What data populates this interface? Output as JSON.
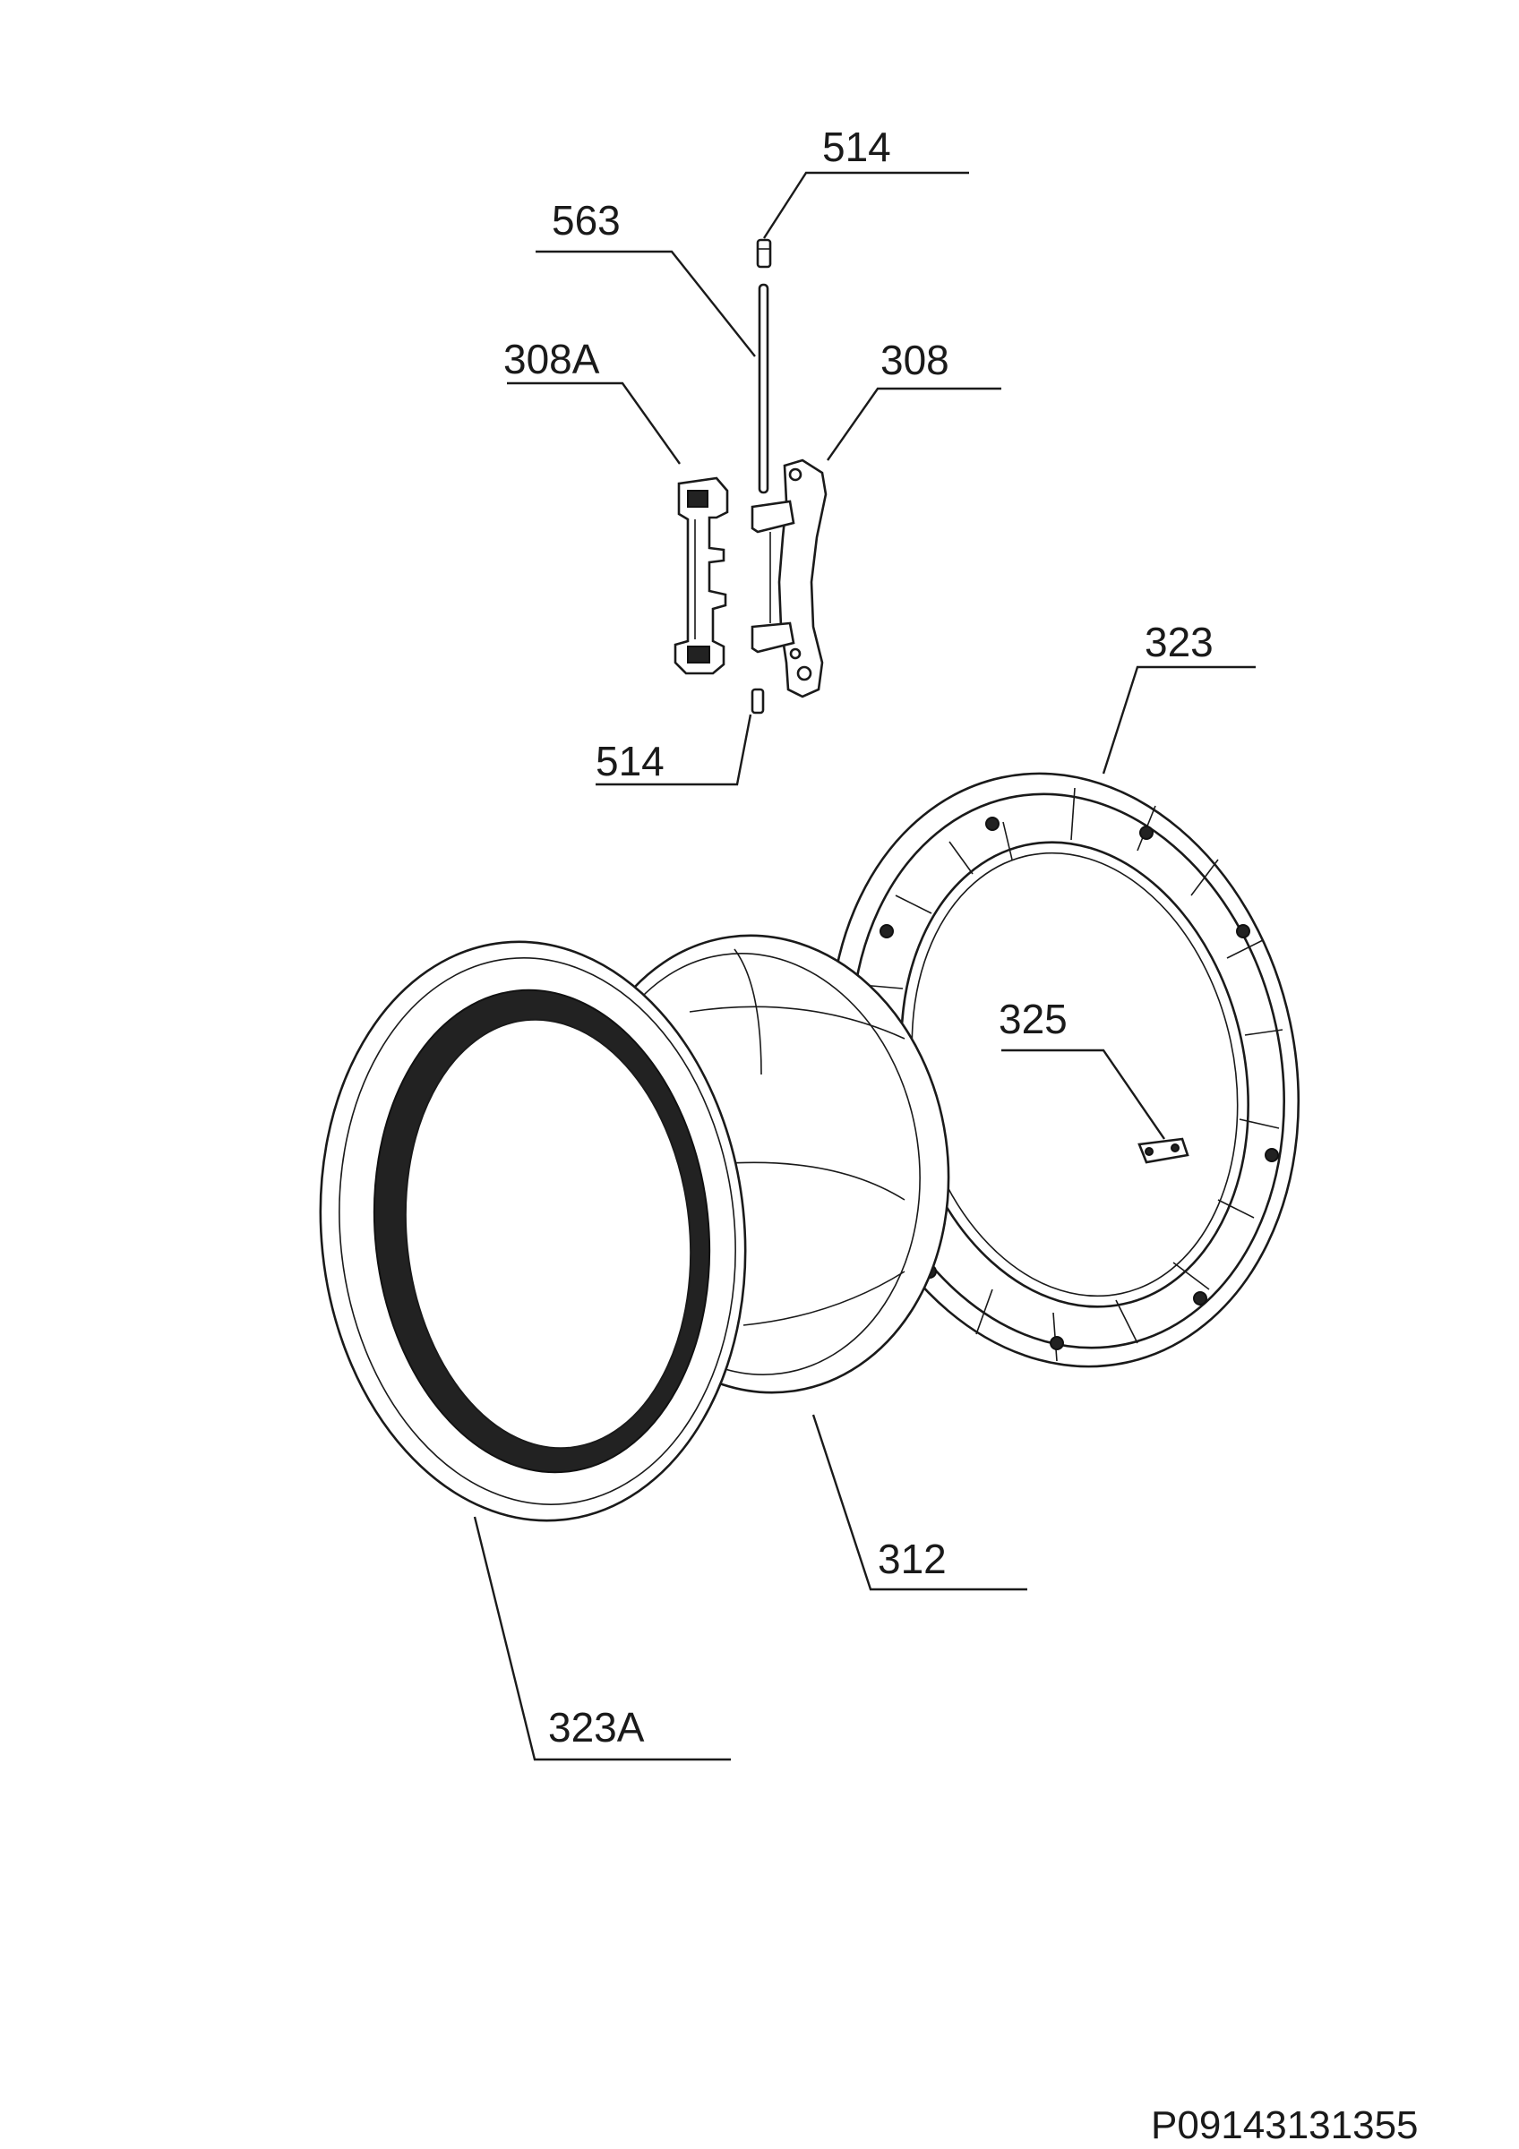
{
  "document_id": "P09143131355",
  "callouts": [
    {
      "id": "c514t",
      "label": "514"
    },
    {
      "id": "c563",
      "label": "563"
    },
    {
      "id": "c308A",
      "label": "308A"
    },
    {
      "id": "c308",
      "label": "308"
    },
    {
      "id": "c514b",
      "label": "514"
    },
    {
      "id": "c323",
      "label": "323"
    },
    {
      "id": "c325",
      "label": "325"
    },
    {
      "id": "c312",
      "label": "312"
    },
    {
      "id": "c323A",
      "label": "323A"
    }
  ],
  "colors": {
    "line": "#1a1a1a",
    "gasket": "#222222",
    "background": "#ffffff"
  }
}
